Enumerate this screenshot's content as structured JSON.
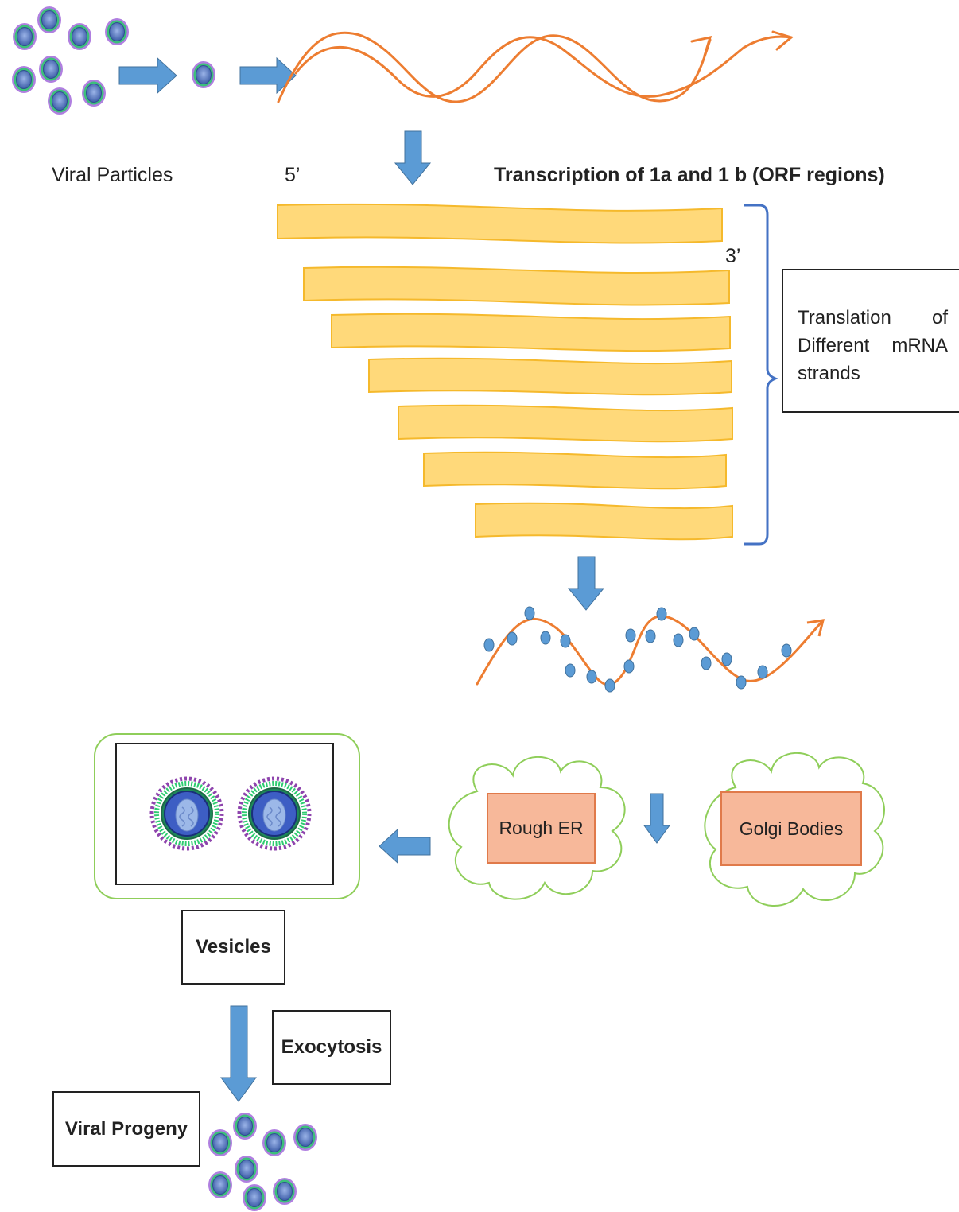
{
  "labels": {
    "viral_particles": "Viral Particles",
    "five_prime": "5’",
    "three_prime": "3’",
    "transcription": "Transcription of 1a and 1 b (ORF regions)",
    "translation": "Translation of Different mRNA strands",
    "rough_er": "Rough ER",
    "golgi_bodies": "Golgi Bodies",
    "vesicles": "Vesicles",
    "exocytosis": "Exocytosis",
    "viral_progeny": "Viral Progeny"
  },
  "colors": {
    "arrow": "#5b9bd5",
    "rna_strand": "#ed7d31",
    "mrna_fill": "#ffd97a",
    "mrna_stroke": "#f5b92c",
    "bracket": "#4472c4",
    "cloud_stroke": "#8fce5a",
    "organelle_fill": "#f7b89a",
    "virus_membrane": "#9b59d0",
    "virus_ring": "#2ecc71",
    "virus_core": "#5b7fc4",
    "ribosome": "#5b9bd5"
  },
  "icons": {
    "virus": "virus-particle-icon",
    "arrow": "blue-block-arrow-icon",
    "cloud": "cloud-icon"
  }
}
